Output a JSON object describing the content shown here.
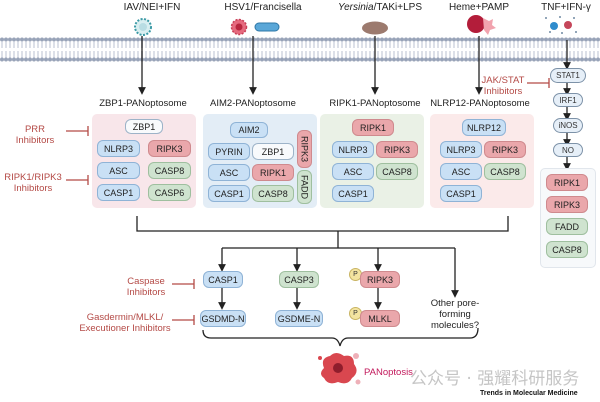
{
  "stimuli": {
    "zbp1": "IAV/NEI+IFN",
    "aim2": "HSV1/Francisella",
    "ripk1_italic": "Yersinia",
    "ripk1_rest": "/TAKi+LPS",
    "nlrp12": "Heme+PAMP",
    "tnf": "TNF+IFN-γ"
  },
  "panoptosomes": {
    "zbp1": {
      "title": "ZBP1-PANoptosome",
      "components": [
        "ZBP1",
        "NLRP3",
        "RIPK3",
        "ASC",
        "CASP8",
        "CASP1",
        "CASP6"
      ]
    },
    "aim2": {
      "title": "AIM2-PANoptosome",
      "components": [
        "AIM2",
        "PYRIN",
        "ZBP1",
        "ASC",
        "RIPK1",
        "CASP1",
        "CASP8",
        "RIPK3",
        "FADD"
      ]
    },
    "ripk1": {
      "title": "RIPK1-PANoptosome",
      "components": [
        "RIPK1",
        "NLRP3",
        "RIPK3",
        "ASC",
        "CASP8",
        "CASP1"
      ]
    },
    "nlrp12": {
      "title": "NLRP12-PANoptosome",
      "components": [
        "NLRP12",
        "NLRP3",
        "RIPK3",
        "ASC",
        "CASP8",
        "CASP1"
      ]
    }
  },
  "tnf_pathway": {
    "steps": [
      "STAT1",
      "IRF1",
      "iNOS",
      "NO"
    ],
    "complex": [
      "RIPK1",
      "RIPK3",
      "FADD",
      "CASP8"
    ]
  },
  "inhibitors": {
    "prr": [
      "PRR",
      "Inhibitors"
    ],
    "ripk": [
      "RIPK1/RIPK3",
      "Inhibitors"
    ],
    "jakstat": [
      "JAK/STAT",
      "Inhibitors"
    ],
    "caspase": [
      "Caspase",
      "Inhibitors"
    ],
    "executioner": [
      "Gasdermin/MLKL/",
      "Executioner Inhibitors"
    ]
  },
  "executioners": {
    "casp1": "CASP1",
    "gsdmd": "GSDMD-N",
    "casp3": "CASP3",
    "gsdme": "GSDME-N",
    "ripk3": "RIPK3",
    "mlkl": "MLKL",
    "phospho": "P",
    "other": [
      "Other pore-",
      "forming",
      "molecules?"
    ]
  },
  "outcome": "PANoptosis",
  "watermark": "公众号 · 强耀科研服务",
  "credit": "Trends in Molecular Medicine",
  "colors": {
    "inhibitor": "#b44a46",
    "blue_protein": "#c9e0f5",
    "red_protein": "#eaa7ab",
    "green_protein": "#cfe3cf",
    "panoptosis": "#c2185b"
  }
}
